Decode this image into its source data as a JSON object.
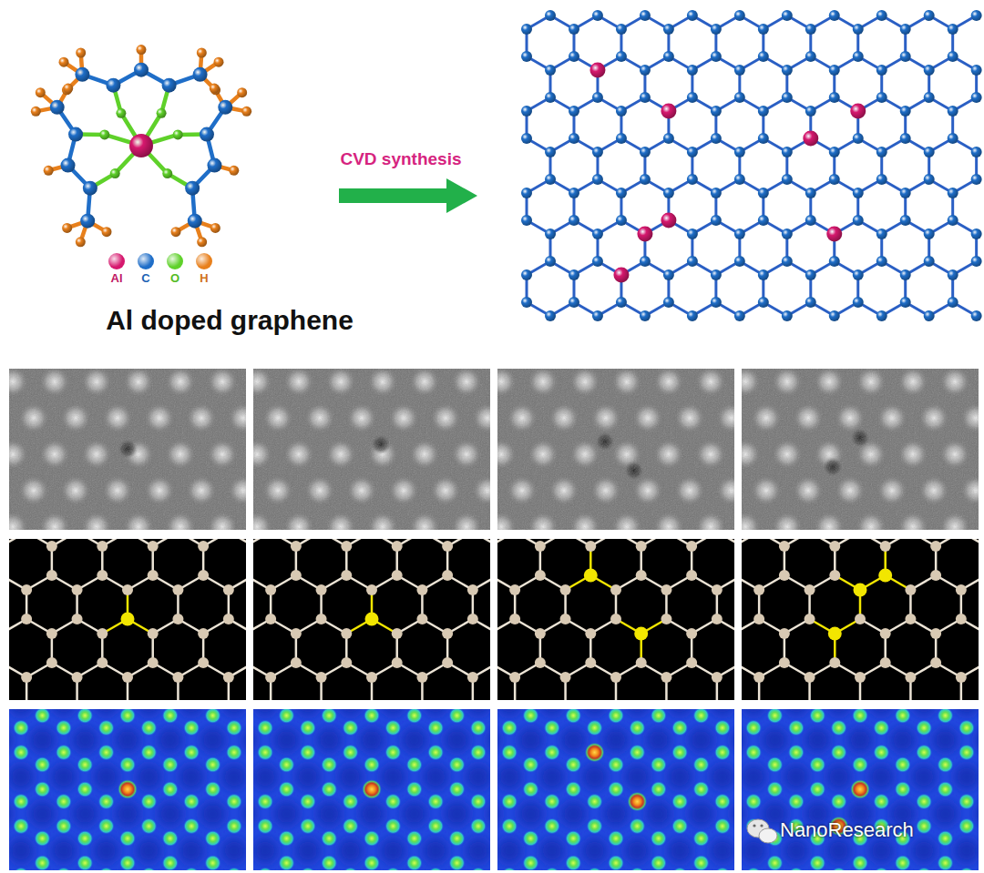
{
  "diagram": {
    "labels": [
      "CVD synthesis",
      "Al doped graphene",
      "NanoResearch"
    ],
    "legend": [
      {
        "text": "Al",
        "color": "#d6186e"
      },
      {
        "text": "C",
        "color": "#1f6ec8"
      },
      {
        "text": "O",
        "color": "#5fd12a"
      },
      {
        "text": "H",
        "color": "#e8801c"
      }
    ]
  }
}
